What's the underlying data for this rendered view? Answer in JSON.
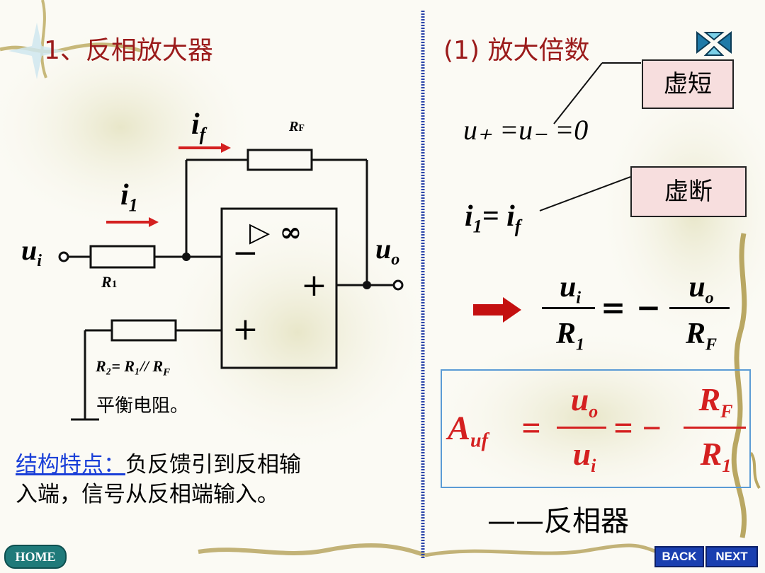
{
  "left": {
    "title": "1、反相放大器",
    "labels": {
      "if_main": "i",
      "if_sub": "f",
      "rf_main": "R",
      "rf_sub": "F",
      "i1_main": "i",
      "i1_sub": "1",
      "ui_main": "u",
      "ui_sub": "i",
      "uo_main": "u",
      "uo_sub": "o",
      "r1_main": "R",
      "r1_sub": "1",
      "inf": "▷ ∞",
      "minus": "−",
      "plus_out": "+",
      "plus_in": "+",
      "r2_text": "R₂= R₁// R",
      "r2_sub": "F",
      "balance": "平衡电阻。"
    },
    "feature_link": "结构特点：",
    "feature_text_1": "负反馈引到反相输",
    "feature_text_2": "入端，信号从反相端输入。"
  },
  "right": {
    "heading": "(1)  放大倍数",
    "virtual_short": "虚短",
    "virtual_open": "虚断",
    "eq1": "u₊ =u₋ =0",
    "eq2_a": "i",
    "eq2_a_sub": "1",
    "eq2_eq": "= ",
    "eq2_b": "i",
    "eq2_b_sub": "f",
    "frac_ui_num": "u",
    "frac_ui_num_sub": "i",
    "frac_ui_den": "R",
    "frac_ui_den_sub": "1",
    "frac_eq": "= −",
    "frac_uo_num": "u",
    "frac_uo_num_sub": "o",
    "frac_uo_den": "R",
    "frac_uo_den_sub": "F",
    "auf": "A",
    "auf_sub": "uf",
    "auf_eq1": "=",
    "auf_num": "u",
    "auf_num_sub": "o",
    "auf_den": "u",
    "auf_den_sub": "i",
    "auf_eq2": "= −",
    "auf_rnum": "R",
    "auf_rnum_sub": "F",
    "auf_rden": "R",
    "auf_rden_sub": "1",
    "inverter": "——反相器"
  },
  "nav": {
    "home": "HOME",
    "back": "BACK",
    "next": "NEXT"
  },
  "colors": {
    "title": "#9b1b1b",
    "accent_red": "#d42020",
    "tag_bg": "#f7dede",
    "nav_blue": "#1a3fb0",
    "home_green": "#1f7a7a"
  }
}
